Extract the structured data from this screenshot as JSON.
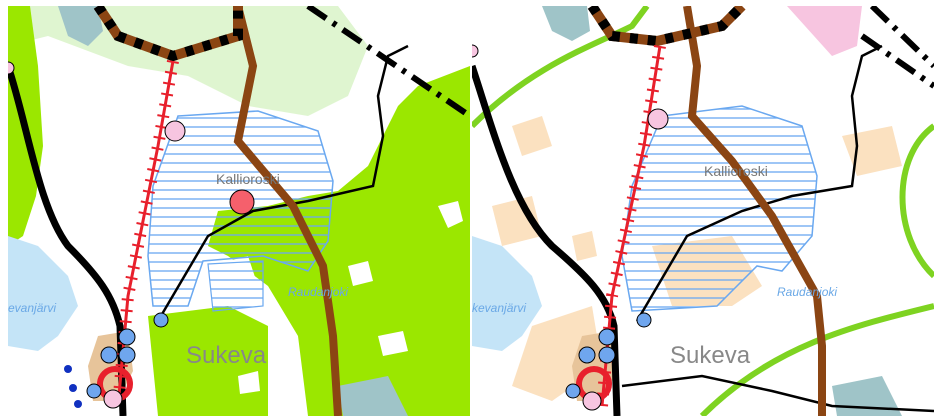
{
  "maps": [
    {
      "id": "left",
      "labels": {
        "area": "Kallioroski",
        "town": "Sukeva",
        "river": "Raudanjoki",
        "lake": "evanjärvi"
      }
    },
    {
      "id": "right",
      "labels": {
        "area": "Kallioroski",
        "town": "Sukeva",
        "river": "Raudanjoki",
        "lake": "kevanjärvi"
      }
    }
  ],
  "colors": {
    "forest_green": "#9be700",
    "light_green": "#dff5d0",
    "road_brown": "#8b4513",
    "railway_red": "#e8202c",
    "road_black": "#000000",
    "water_blue": "#c4e4f7",
    "hatch_blue": "#6aa8f0",
    "pink_symbol": "#f7c5e0",
    "blue_symbol": "#6fa6ee",
    "red_symbol": "#f5606c",
    "sand": "#fbe1c0",
    "green_ring": "#7ed321"
  }
}
